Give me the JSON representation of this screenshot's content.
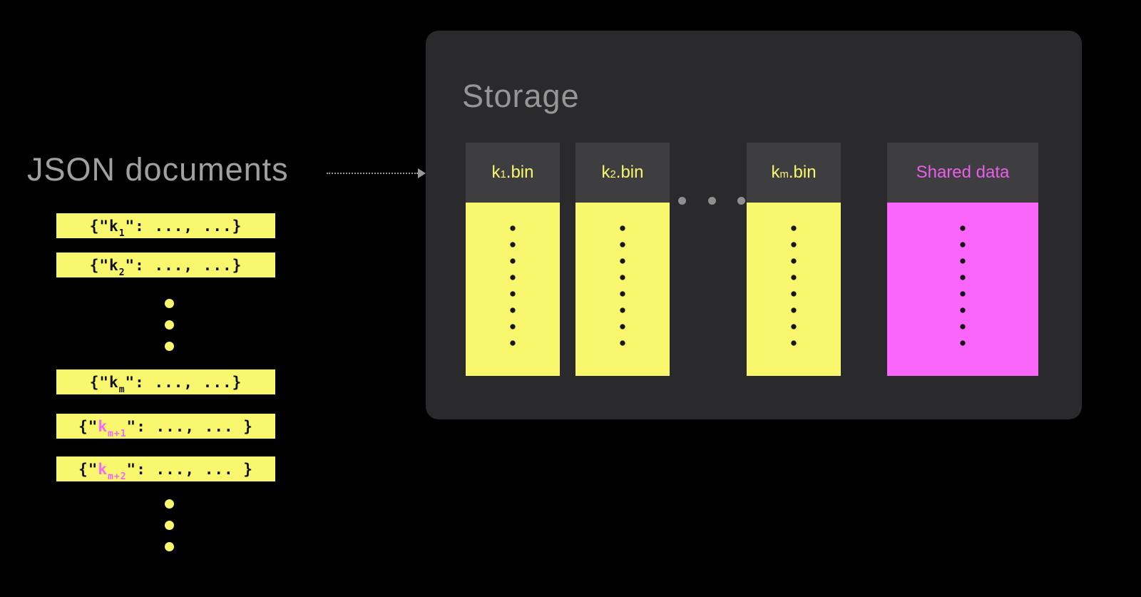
{
  "colors": {
    "background": "#000000",
    "yellow": "#f8f76e",
    "magenta": "#fa66fa",
    "magenta_text": "#e95fe9",
    "panel": "#2a2a2d",
    "column_header": "#3e3e41",
    "muted_text": "#a0a0a0",
    "dot_dark": "#161616",
    "arrow": "#999999"
  },
  "left": {
    "title": "JSON documents",
    "rows": [
      {
        "prefix": "{\"",
        "key_base": "k",
        "key_sub": "1",
        "suffix": "\": ..., ...}"
      },
      {
        "prefix": "{\"",
        "key_base": "k",
        "key_sub": "2",
        "suffix": "\": ..., ...}"
      },
      {
        "prefix": "{\"",
        "key_base": "k",
        "key_sub": "m",
        "suffix": "\": ..., ...}"
      },
      {
        "prefix": "{\"",
        "key_base": "k",
        "key_sub": "m+1",
        "suffix": "\": ..., ... }"
      },
      {
        "prefix": "{\"",
        "key_base": "k",
        "key_sub": "m+2",
        "suffix": "\": ..., ... }"
      }
    ]
  },
  "storage": {
    "title": "Storage",
    "bins": [
      {
        "base": "k",
        "sub": "1",
        "ext": ".bin"
      },
      {
        "base": "k",
        "sub": "2",
        "ext": ".bin"
      },
      {
        "base": "k",
        "sub": "m",
        "ext": ".bin"
      }
    ],
    "shared_label": "Shared data"
  }
}
